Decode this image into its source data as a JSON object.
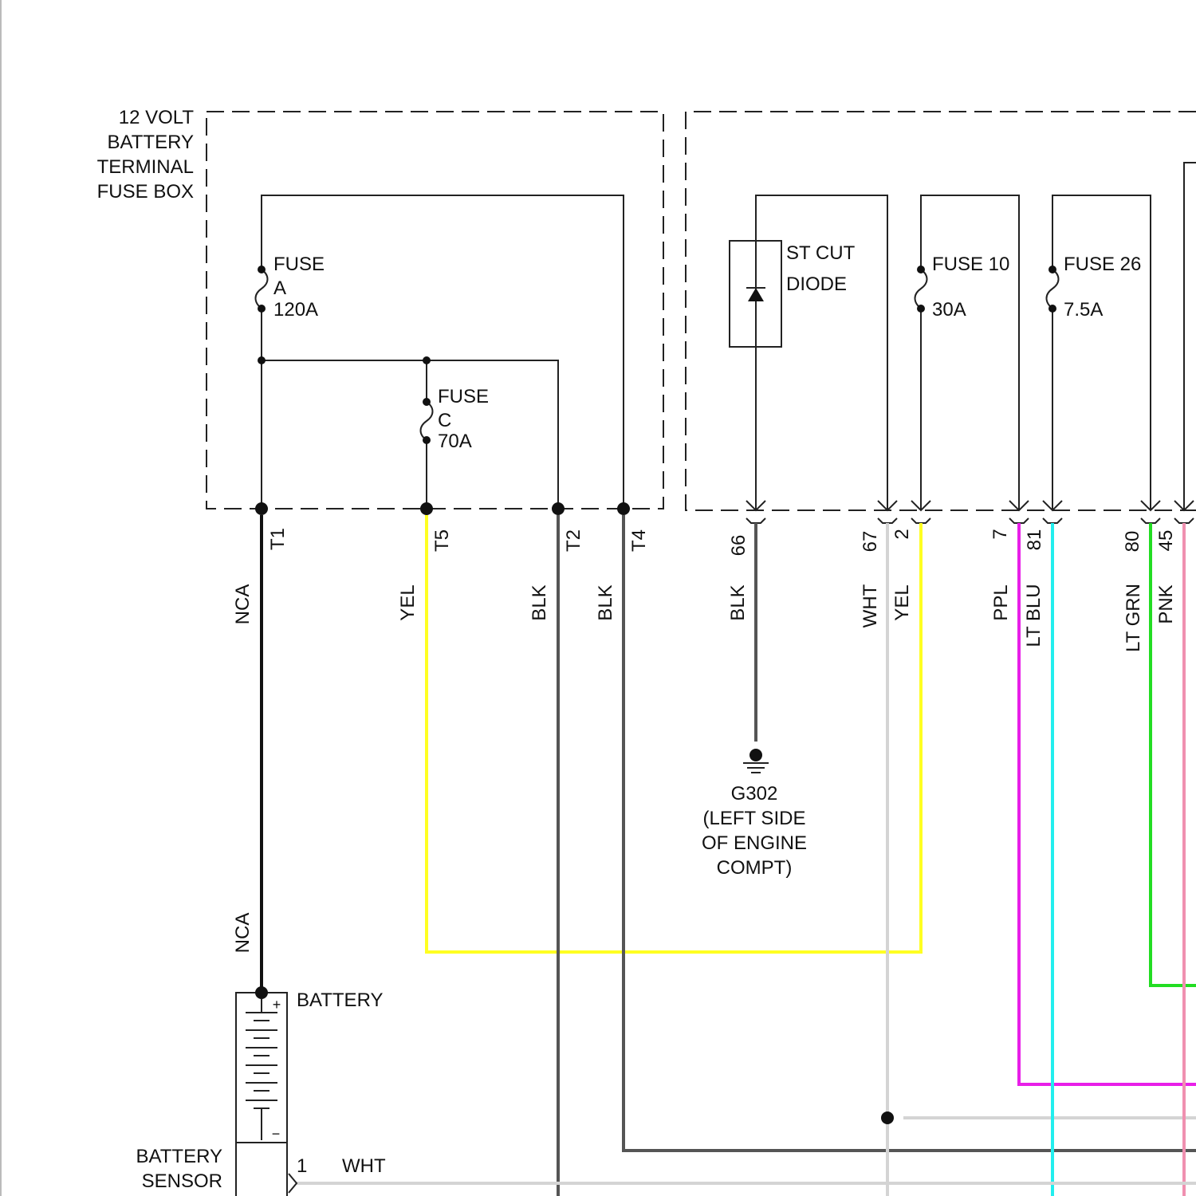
{
  "fuse_box": {
    "title_lines": [
      "12 VOLT",
      "BATTERY",
      "TERMINAL",
      "FUSE BOX"
    ],
    "fuse_a": [
      "FUSE",
      "A",
      "120A"
    ],
    "fuse_c": [
      "FUSE",
      "C",
      "70A"
    ],
    "terminals": [
      "T1",
      "T5",
      "T2",
      "T4"
    ]
  },
  "right_box": {
    "diode": [
      "ST CUT",
      "DIODE"
    ],
    "fuse_10": [
      "FUSE 10",
      "30A"
    ],
    "fuse_26": [
      "FUSE 26",
      "7.5A"
    ],
    "pins": [
      "66",
      "67",
      "2",
      "7",
      "81",
      "80",
      "45"
    ]
  },
  "wires": {
    "t1": "NCA",
    "t1_lower": "NCA",
    "t5": "YEL",
    "t2": "BLK",
    "t4": "BLK",
    "p66": "BLK",
    "p67": "WHT",
    "p2": "YEL",
    "p7": "PPL",
    "p81": "LT BLU",
    "p80": "LT GRN",
    "p45": "PNK"
  },
  "ground": [
    "G302",
    "(LEFT SIDE",
    "OF ENGINE",
    "COMPT)"
  ],
  "battery": {
    "label": "BATTERY",
    "plus": "+",
    "minus": "−"
  },
  "battery_sensor": {
    "label_lines": [
      "BATTERY",
      "SENSOR"
    ],
    "pin": "1",
    "wire": "WHT"
  },
  "colors": {
    "black": "#111111",
    "gray": "#555555",
    "yellow": "#ffff22",
    "white_wire": "#d4d4d4",
    "purple": "#e81fe8",
    "lt_blue": "#22eeee",
    "lt_green": "#22dd22",
    "pink": "#f090b0"
  }
}
